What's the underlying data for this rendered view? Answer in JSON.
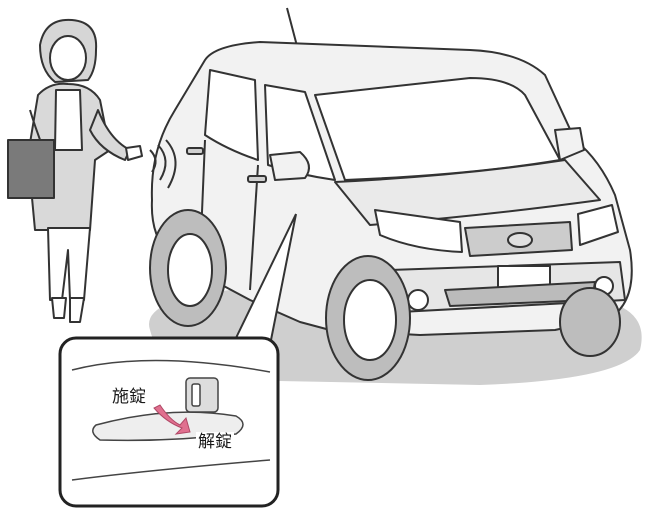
{
  "illustration": {
    "subject": "smart-key-door-handle",
    "inset": {
      "lock_label": "施錠",
      "unlock_label": "解錠",
      "arrow_color": "#e0708f"
    },
    "colors": {
      "car_body": "#f2f2f2",
      "shadow": "#cfcfcf",
      "outline": "#333333",
      "bag": "#7a7a7a",
      "cardigan": "#d9d9d9"
    }
  }
}
